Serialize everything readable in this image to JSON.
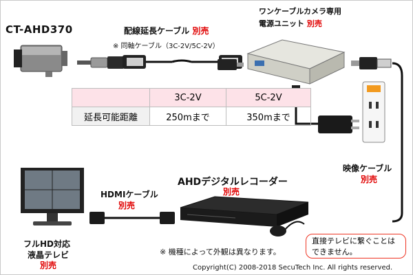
{
  "camera": {
    "model": "CT-AHD370"
  },
  "cable": {
    "title": "配線延長ケーブル",
    "sold_separately": "別売",
    "note": "※ 同軸ケーブル（3C-2V/5C-2V）"
  },
  "psu": {
    "title_line1": "ワンケーブルカメラ専用",
    "title_line2": "電源ユニット",
    "sold_separately": "別売"
  },
  "table": {
    "headers": [
      "",
      "3C-2V",
      "5C-2V"
    ],
    "row_label": "延長可能距離",
    "values": [
      "250mまで",
      "350mまで"
    ]
  },
  "video_cable": {
    "title": "映像ケーブル",
    "sold_separately": "別売"
  },
  "hdmi_cable": {
    "title": "HDMIケーブル",
    "sold_separately": "別売"
  },
  "recorder": {
    "title": "AHDデジタルレコーダー",
    "sold_separately": "別売",
    "note": "※ 機種によって外観は異なります。"
  },
  "tv": {
    "title_line1": "フルHD対応",
    "title_line2": "液晶テレビ",
    "sold_separately": "別売"
  },
  "notice": "直接テレビに繋ぐことはできません。",
  "copyright": "Copyright(C) 2008-2018 SecuTech Inc. All rights reserved.",
  "colors": {
    "accent_red": "#e00000",
    "table_header_bg": "#fde2e8",
    "outlet_orange": "#f29a1f"
  }
}
